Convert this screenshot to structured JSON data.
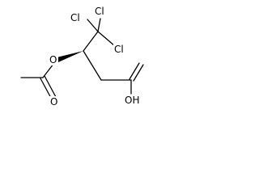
{
  "molecule": {
    "atoms": {
      "cl_top": "Cl",
      "cl_left": "Cl",
      "cl_right": "Cl",
      "ester_o": "O",
      "carbonyl_o": "O",
      "acid_oh": "OH"
    },
    "colors": {
      "bond": "#000000",
      "text": "#000000",
      "background": "#ffffff"
    }
  }
}
